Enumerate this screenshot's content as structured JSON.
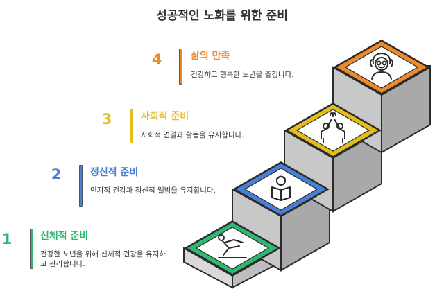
{
  "title": "성공적인 노화를 위한 준비",
  "steps": [
    {
      "number": "1",
      "title": "신체적 준비",
      "description": "건강한 노년을 위해 신체적 건강을 유지하고 관리합니다.",
      "color": "#2fb872",
      "icon": "exercise-person-icon"
    },
    {
      "number": "2",
      "title": "정신적 준비",
      "description": "인지적 건강과 정신적 웰빙을 유지합니다.",
      "color": "#4a7fd6",
      "icon": "reading-person-icon"
    },
    {
      "number": "3",
      "title": "사회적 준비",
      "description": "사회적 연결과 활동을 유지합니다.",
      "color": "#e3bd1b",
      "icon": "high-five-icon"
    },
    {
      "number": "4",
      "title": "삶의 만족",
      "description": "건강하고 행복한 노년을 즐깁니다.",
      "color": "#ec8a2e",
      "icon": "elderly-face-icon"
    }
  ]
}
